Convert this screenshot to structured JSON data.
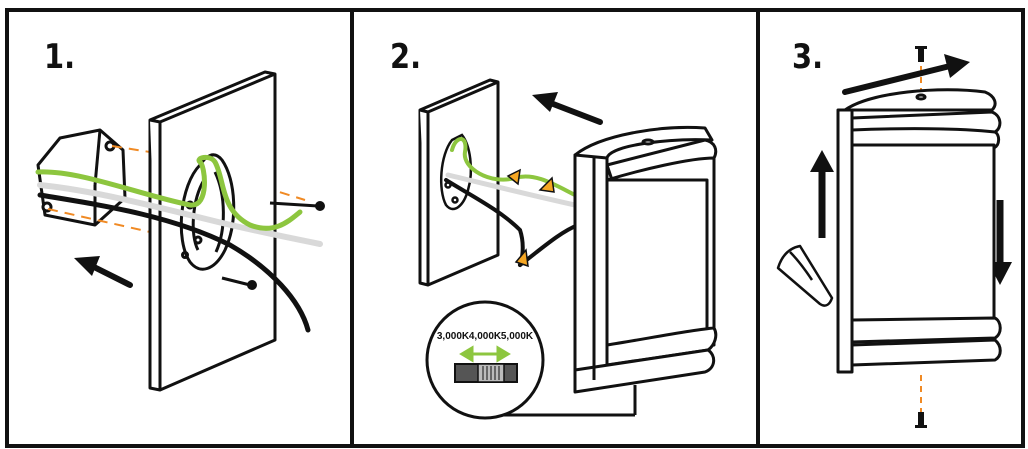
{
  "steps": [
    {
      "number": "1."
    },
    {
      "number": "2."
    },
    {
      "number": "3."
    }
  ],
  "color_switch": {
    "options": [
      "3,000K",
      "4,000K",
      "5,000K"
    ]
  },
  "colors": {
    "ink": "#111111",
    "ground_wire": "#8dc63f",
    "neutral_wire": "#d9d9d9",
    "hot_wire": "#111111",
    "guide_line": "#f08a24",
    "wire_nut": "#f5a623",
    "switch_body": "#555555"
  }
}
